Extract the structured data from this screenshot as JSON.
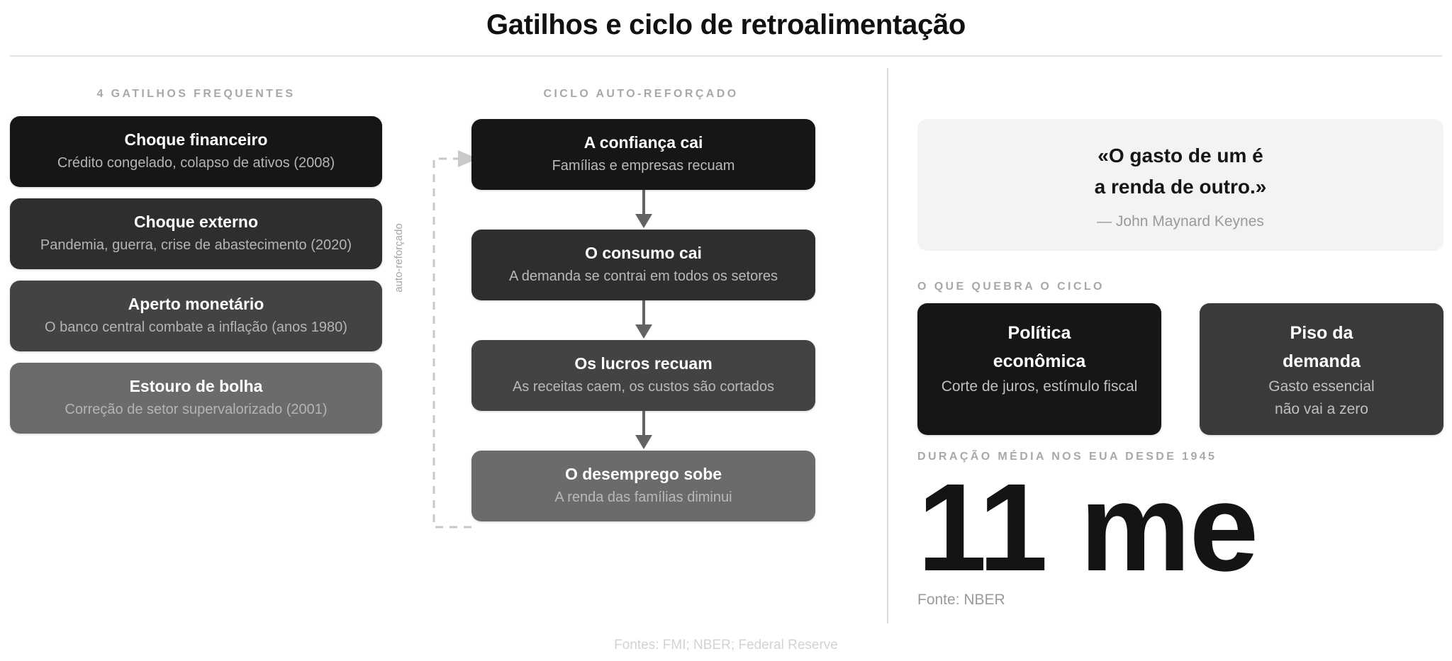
{
  "header": {
    "title": "Gatilhos e ciclo de retroalimentação"
  },
  "left": {
    "kicker": "4 gatilhos frequentes",
    "cards": [
      {
        "title": "Choque financeiro",
        "subtitle": "Crédito congelado, colapso de ativos (2008)",
        "color": "#161616"
      },
      {
        "title": "Choque externo",
        "subtitle": "Pandemia, guerra, crise de abastecimento (2020)",
        "color": "#2e2e2e"
      },
      {
        "title": "Aperto monetário",
        "subtitle": "O banco central combate a inflação (anos 1980)",
        "color": "#434343"
      },
      {
        "title": "Estouro de bolha",
        "subtitle": "Correção de setor supervalorizado (2001)",
        "color": "#6b6b6b"
      }
    ]
  },
  "center": {
    "kicker": "Ciclo auto-reforçado",
    "loop_label": "auto-reforçado",
    "steps": [
      {
        "title": "A confiança cai",
        "subtitle": "Famílias e empresas recuam",
        "color": "#161616"
      },
      {
        "title": "O consumo cai",
        "subtitle": "A demanda se contrai em todos os setores",
        "color": "#2e2e2e"
      },
      {
        "title": "Os lucros recuam",
        "subtitle": "As receitas caem, os custos são cortados",
        "color": "#434343"
      },
      {
        "title": "O desemprego sobe",
        "subtitle": "A renda das famílias diminui",
        "color": "#6b6b6b"
      }
    ]
  },
  "right": {
    "quote": {
      "line1": "«O gasto de um é",
      "line2": "a renda de outro.»",
      "attribution": "— John Maynard Keynes"
    },
    "breakers_kicker": "O que quebra o ciclo",
    "breakers": [
      {
        "title_line1": "Política",
        "title_line2": "econômica",
        "subtitle_line1": "Corte de juros, estímulo fiscal",
        "subtitle_line2": "",
        "color": "#161616"
      },
      {
        "title_line1": "Piso da",
        "title_line2": "demanda",
        "subtitle_line1": "Gasto essencial",
        "subtitle_line2": "não vai a zero",
        "color": "#3a3a3a"
      }
    ],
    "stat": {
      "kicker": "Duração média nos EUA desde 1945",
      "value": "11 me",
      "source": "Fonte: NBER"
    }
  },
  "footer": {
    "sources": "Fontes: FMI; NBER; Federal Reserve"
  },
  "colors": {
    "arrow": "#636363",
    "dashed_loop": "#c9c9c9",
    "kicker": "#a8a8a8",
    "divider": "#dcdcdc",
    "rule": "#e2e2e2"
  }
}
